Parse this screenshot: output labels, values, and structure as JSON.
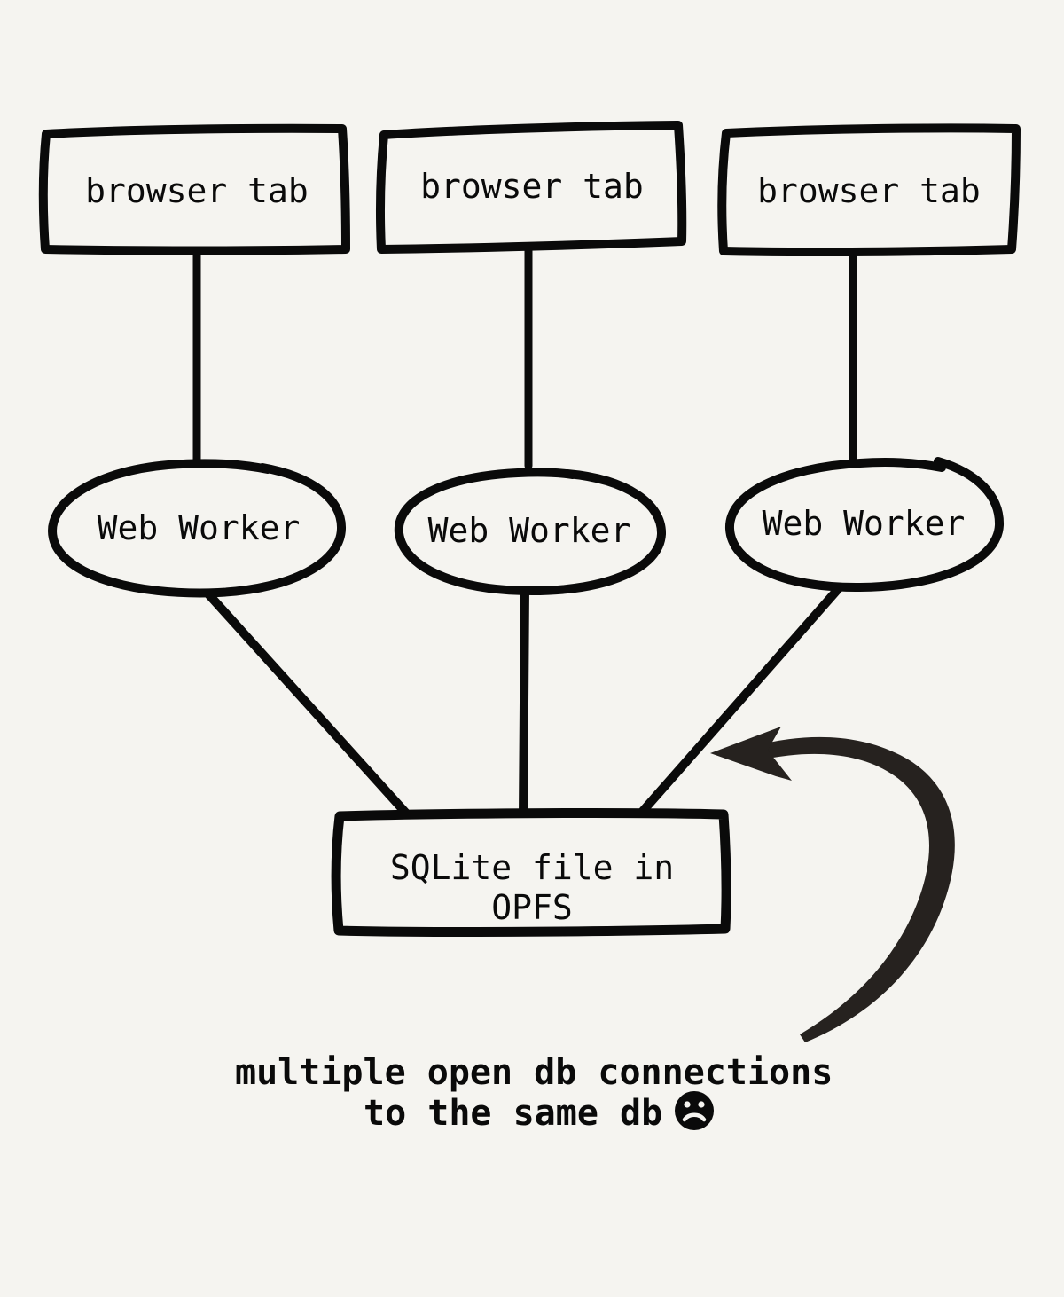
{
  "diagram": {
    "title": "multiple open db connections to the same db",
    "background_color": "#F5F4F0",
    "ink_color": "#0A0A0A",
    "arrow_color": "#26221F",
    "style": "hand-drawn sketch",
    "tabs": [
      {
        "label": "browser tab"
      },
      {
        "label": "browser tab"
      },
      {
        "label": "browser tab"
      }
    ],
    "workers": [
      {
        "label": "Web Worker"
      },
      {
        "label": "Web Worker"
      },
      {
        "label": "Web Worker"
      }
    ],
    "store": {
      "line1": "SQLite file in",
      "line2": "OPFS"
    },
    "annotation": {
      "line1": "multiple open db connections",
      "line2": "to the same db",
      "emoji_name": "frowning-face",
      "emoji_char": "☹"
    }
  }
}
